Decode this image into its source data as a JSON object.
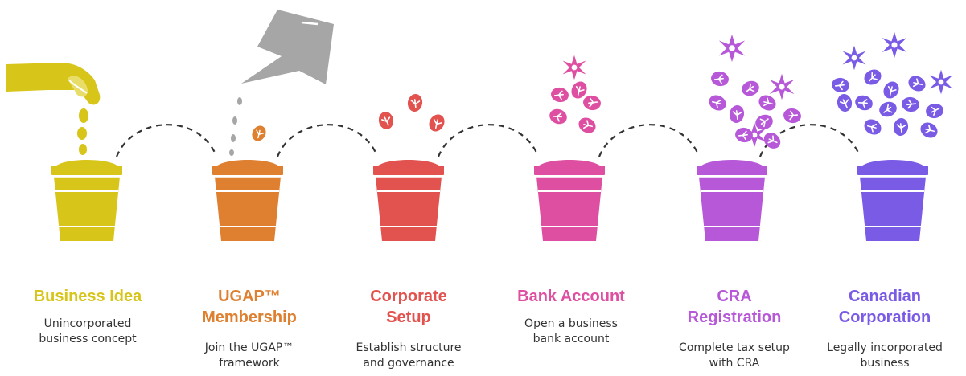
{
  "steps": [
    {
      "title": "Business Idea",
      "description": "Unincorporated business concept",
      "color": "#d8c51a"
    },
    {
      "title": "UGAP™ Membership",
      "description": "Join the UGAP™ framework",
      "color": "#de8030"
    },
    {
      "title": "Corporate Setup",
      "description": "Establish structure and governance",
      "color": "#e2524e"
    },
    {
      "title": "Bank Account",
      "description": "Open a business bank account",
      "color": "#de4fa2"
    },
    {
      "title": "CRA Registration",
      "description": "Complete tax setup with CRA",
      "color": "#b658d8"
    },
    {
      "title": "Canadian Corporation",
      "description": "Legally incorporated business",
      "color": "#7a5be6"
    }
  ],
  "icons": [
    "hand-icon",
    "watering-can-icon",
    "seedling-icon",
    "leaves-icon",
    "flower-icon",
    "flowers-icon"
  ]
}
